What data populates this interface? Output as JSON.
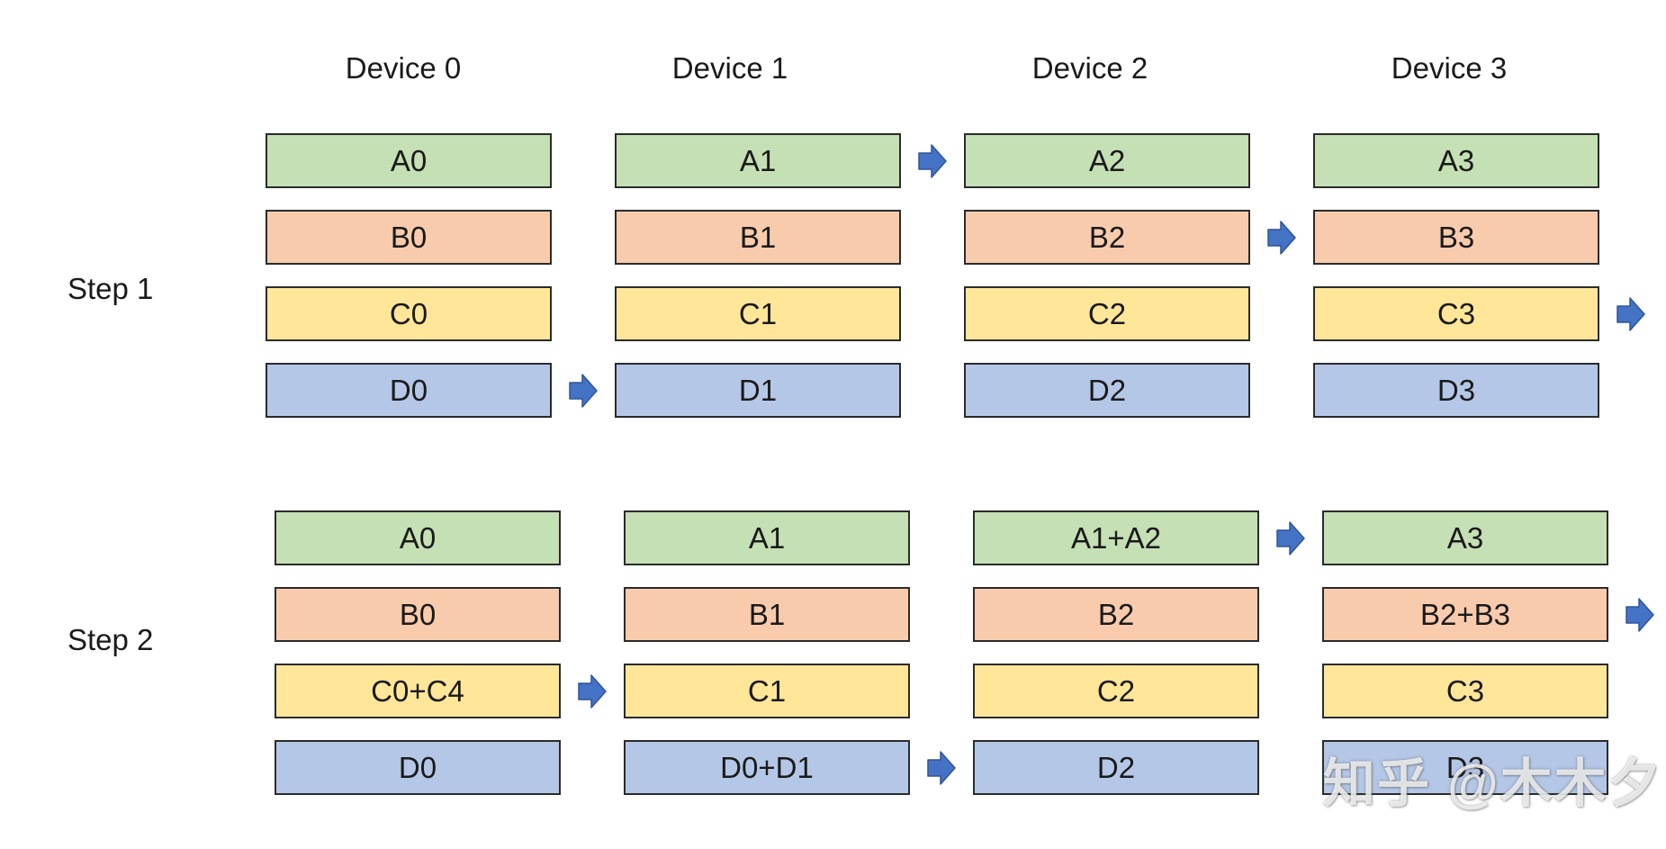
{
  "devices": [
    "Device 0",
    "Device 1",
    "Device 2",
    "Device 3"
  ],
  "colors": {
    "A": "#c5e0b4",
    "B": "#f8cbad",
    "C": "#ffe699",
    "D": "#b4c7e7",
    "arrow": "#4472c4"
  },
  "steps": [
    {
      "label": "Step 1",
      "rows": [
        {
          "key": "A",
          "cells": [
            "A0",
            "A1",
            "A2",
            "A3"
          ]
        },
        {
          "key": "B",
          "cells": [
            "B0",
            "B1",
            "B2",
            "B3"
          ]
        },
        {
          "key": "C",
          "cells": [
            "C0",
            "C1",
            "C2",
            "C3"
          ]
        },
        {
          "key": "D",
          "cells": [
            "D0",
            "D1",
            "D2",
            "D3"
          ]
        }
      ],
      "arrows": [
        {
          "row": "A",
          "after_device": 1
        },
        {
          "row": "B",
          "after_device": 2
        },
        {
          "row": "C",
          "after_device": 3
        },
        {
          "row": "D",
          "after_device": 0
        }
      ]
    },
    {
      "label": "Step 2",
      "rows": [
        {
          "key": "A",
          "cells": [
            "A0",
            "A1",
            "A1+A2",
            "A3"
          ]
        },
        {
          "key": "B",
          "cells": [
            "B0",
            "B1",
            "B2",
            "B2+B3"
          ]
        },
        {
          "key": "C",
          "cells": [
            "C0+C4",
            "C1",
            "C2",
            "C3"
          ]
        },
        {
          "key": "D",
          "cells": [
            "D0",
            "D0+D1",
            "D2",
            "D3"
          ]
        }
      ],
      "arrows": [
        {
          "row": "A",
          "after_device": 2
        },
        {
          "row": "B",
          "after_device": 3
        },
        {
          "row": "C",
          "after_device": 0
        },
        {
          "row": "D",
          "after_device": 1
        }
      ]
    }
  ],
  "watermark": "知乎 @木木夕"
}
